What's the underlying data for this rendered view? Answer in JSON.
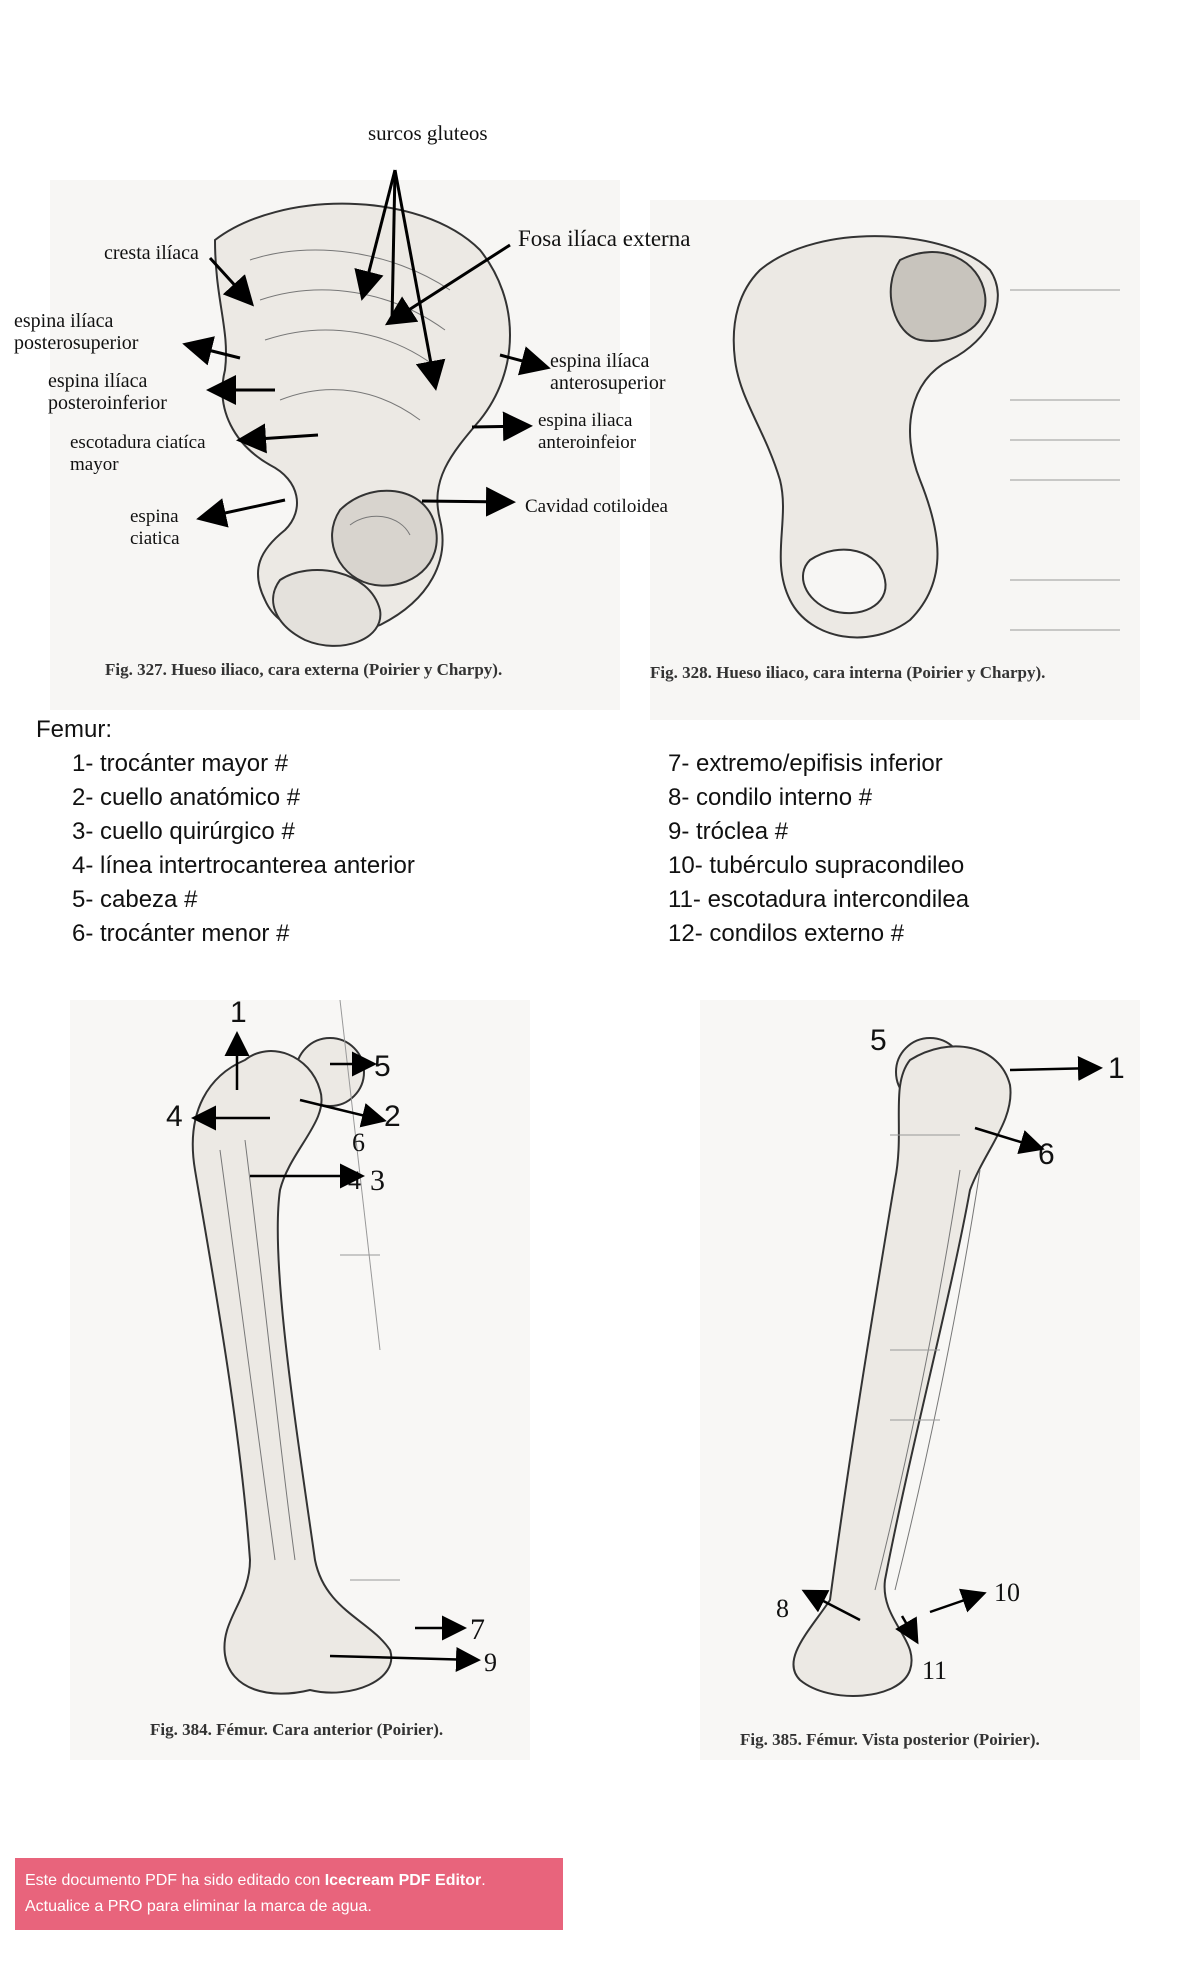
{
  "pelvis": {
    "labels": {
      "surcos": "surcos gluteos",
      "fosa": "Fosa ilíaca externa",
      "cresta": "cresta ilíaca",
      "posterosup": "espina ilíaca\nposterosuperior",
      "posteroinf": "espina ilíaca\nposteroinferior",
      "escotadura": "escotadura ciatíca\nmayor",
      "espina_ciatica": "espina\nciatica",
      "anterosup": "espina ilíaca\nanterosuperior",
      "anteroinf": "espina iliaca\nanteroinfeior",
      "cavidad": "Cavidad cotiloidea"
    },
    "fig327_caption": "Fig. 327.  Hueso iliaco, cara externa (Poirier y Charpy).",
    "fig328_caption": "Fig. 328.  Hueso iliaco, cara interna (Poirier y Charpy)."
  },
  "femur": {
    "heading": "Femur:",
    "left_items": [
      "1- trocánter mayor #",
      "2- cuello anatómico #",
      "3- cuello quirúrgico #",
      "4- línea intertrocanterea anterior",
      "5- cabeza #",
      "6- trocánter menor #"
    ],
    "right_items": [
      "7- extremo/epifisis inferior",
      "8- condilo interno #",
      "9-  tróclea #",
      "10-  tubérculo supracondileo",
      "11-  escotadura intercondilea",
      "12- condilos externo #"
    ],
    "anterior_numbers": [
      "1",
      "5",
      "4",
      "2",
      "6",
      "4",
      "3",
      "7",
      "9"
    ],
    "posterior_numbers": [
      "5",
      "1",
      "6",
      "8",
      "10",
      "11"
    ],
    "fig384_caption": "Fig. 384.   Fémur. Cara anterior (Poirier).",
    "fig385_caption": "Fig. 385.   Fémur. Vista posterior (Poirier)."
  },
  "watermark": {
    "line1_pre": "Este documento PDF ha sido editado con ",
    "line1_brand": "Icecream PDF Editor",
    "line1_post": ".",
    "line2": "Actualice a PRO para eliminar la marca de agua.",
    "color": "#e8647c"
  }
}
